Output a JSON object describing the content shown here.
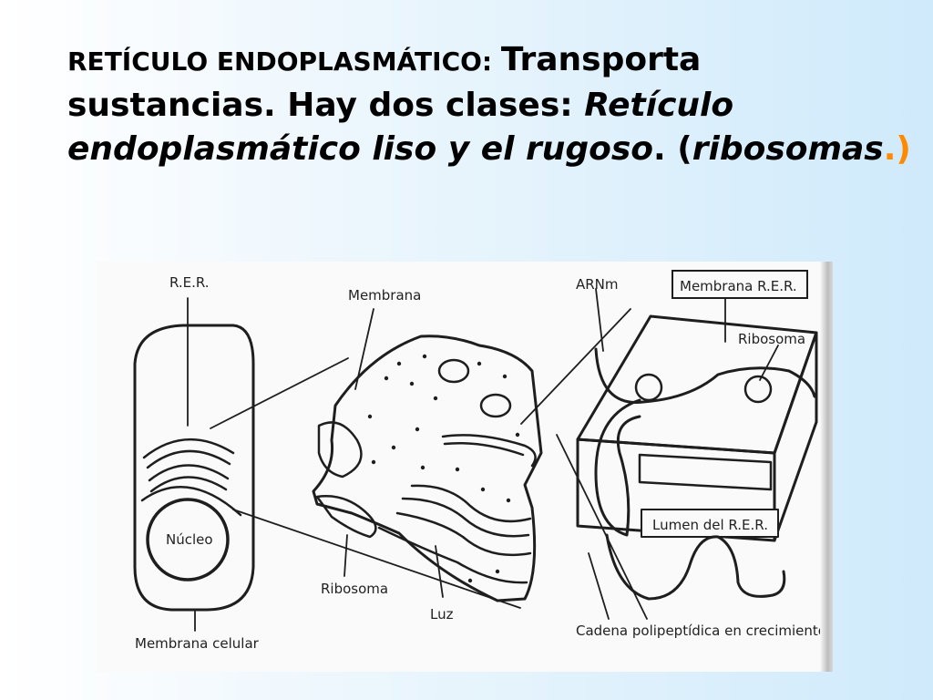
{
  "title": {
    "part1": "RETÍCULO ENDOPLASMÁTICO: ",
    "part2": "Transporta sustancias. Hay dos clases: ",
    "part3": "Retículo endoplasmático liso y el rugoso",
    "part4": ". (",
    "part5": "ribosomas",
    "part6": ".)"
  },
  "labels": {
    "rer": "R.E.R.",
    "membrana": "Membrana",
    "arnm": "ARNm",
    "membrana_rer": "Membrana R.E.R.",
    "ribosoma_right": "Ribosoma",
    "nucleo": "Núcleo",
    "lumen": "Lumen del R.E.R.",
    "ribosoma_bottom": "Ribosoma",
    "luz": "Luz",
    "membrana_celular": "Membrana celular",
    "cadena": "Cadena polipeptídica en crecimiento"
  }
}
